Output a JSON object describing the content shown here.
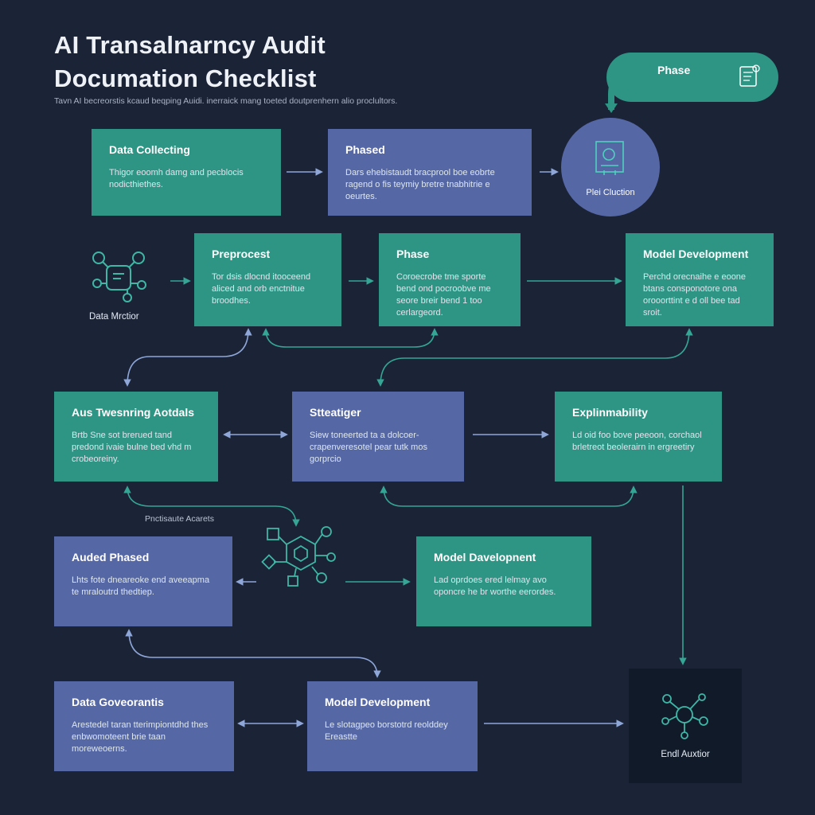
{
  "title": {
    "line1": "AI Transalnarncy Audit",
    "line2": "Documation Checklist"
  },
  "subtitle": "Tavn AI becreorstis kcaud beqping Auidi. inerraick mang toeted doutprenhern alio proclultors.",
  "phase_pill": {
    "label": "Phase"
  },
  "circle_node": {
    "label": "Plei Cluction"
  },
  "data_node": {
    "label": "Data Mrctior"
  },
  "hub_label": "Pnctisaute Acarets",
  "end_node": {
    "label": "Endl Auxtior"
  },
  "boxes": [
    {
      "id": "data-collecting",
      "title": "Data Collecting",
      "desc": "Thigor eoomh damg and pecblocis nodicthiethes.",
      "color": "teal"
    },
    {
      "id": "phased-1",
      "title": "Phased",
      "desc": "Dars ehebistaudt bracprool boe eobrte ragend o fis teymiy bretre tnabhitrie e oeurtes.",
      "color": "blue"
    },
    {
      "id": "preprocess",
      "title": "Preprocest",
      "desc": "Tor dsis dlocnd itooceend aliced and orb enctnitue broodhes.",
      "color": "teal"
    },
    {
      "id": "phase-2",
      "title": "Phase",
      "desc": "Coroecrobe tme sporte bend ond pocroobve me seore breir bend  1 too cerlargeord.",
      "color": "teal"
    },
    {
      "id": "model-dev-1",
      "title": "Model Development",
      "desc": "Perchd orecnaihe e eoone btans consponotore ona orooorttint e d oll bee tad sroit.",
      "color": "teal"
    },
    {
      "id": "auditing",
      "title": "Aus Twesnring Aotdals",
      "desc": "Brtb Sne sot brerued tand predond ivaie bulne bed vhd m crobeoreiny.",
      "color": "teal"
    },
    {
      "id": "strategy",
      "title": "Stteatiger",
      "desc": "Siew toneerted ta a dolcoer-crapenveresotel pear tutk mos gorprcio",
      "color": "blue"
    },
    {
      "id": "explainability",
      "title": "Explinmability",
      "desc": "Ld oid foo bove peeoon, corchaol brletreot beolerairn in ergreetiry",
      "color": "teal"
    },
    {
      "id": "audited-phased",
      "title": "Auded Phased",
      "desc": "Lhts fote dneareoke end aveeapma te mraloutrd thedtiep.",
      "color": "blue"
    },
    {
      "id": "model-dev-2",
      "title": "Model Davelopnent",
      "desc": "Lad oprdoes ered lelmay avo oponcre he br worthe eerordes.",
      "color": "teal"
    },
    {
      "id": "data-governance",
      "title": "Data Goveorantis",
      "desc": "Arestedel taran tterimpiontdhd thes enbwomoteent brie taan moreweoerns.",
      "color": "blue"
    },
    {
      "id": "model-dev-3",
      "title": "Model Development",
      "desc": "Le slotagpeo borstotrd reolddey Ereastte",
      "color": "blue"
    }
  ],
  "colors": {
    "background": "#1b2336",
    "teal": "#2e9584",
    "blue": "#5667a6",
    "arrow_light": "#8ea6d8",
    "arrow_teal": "#35a596",
    "icon": "#3fb6a6"
  }
}
